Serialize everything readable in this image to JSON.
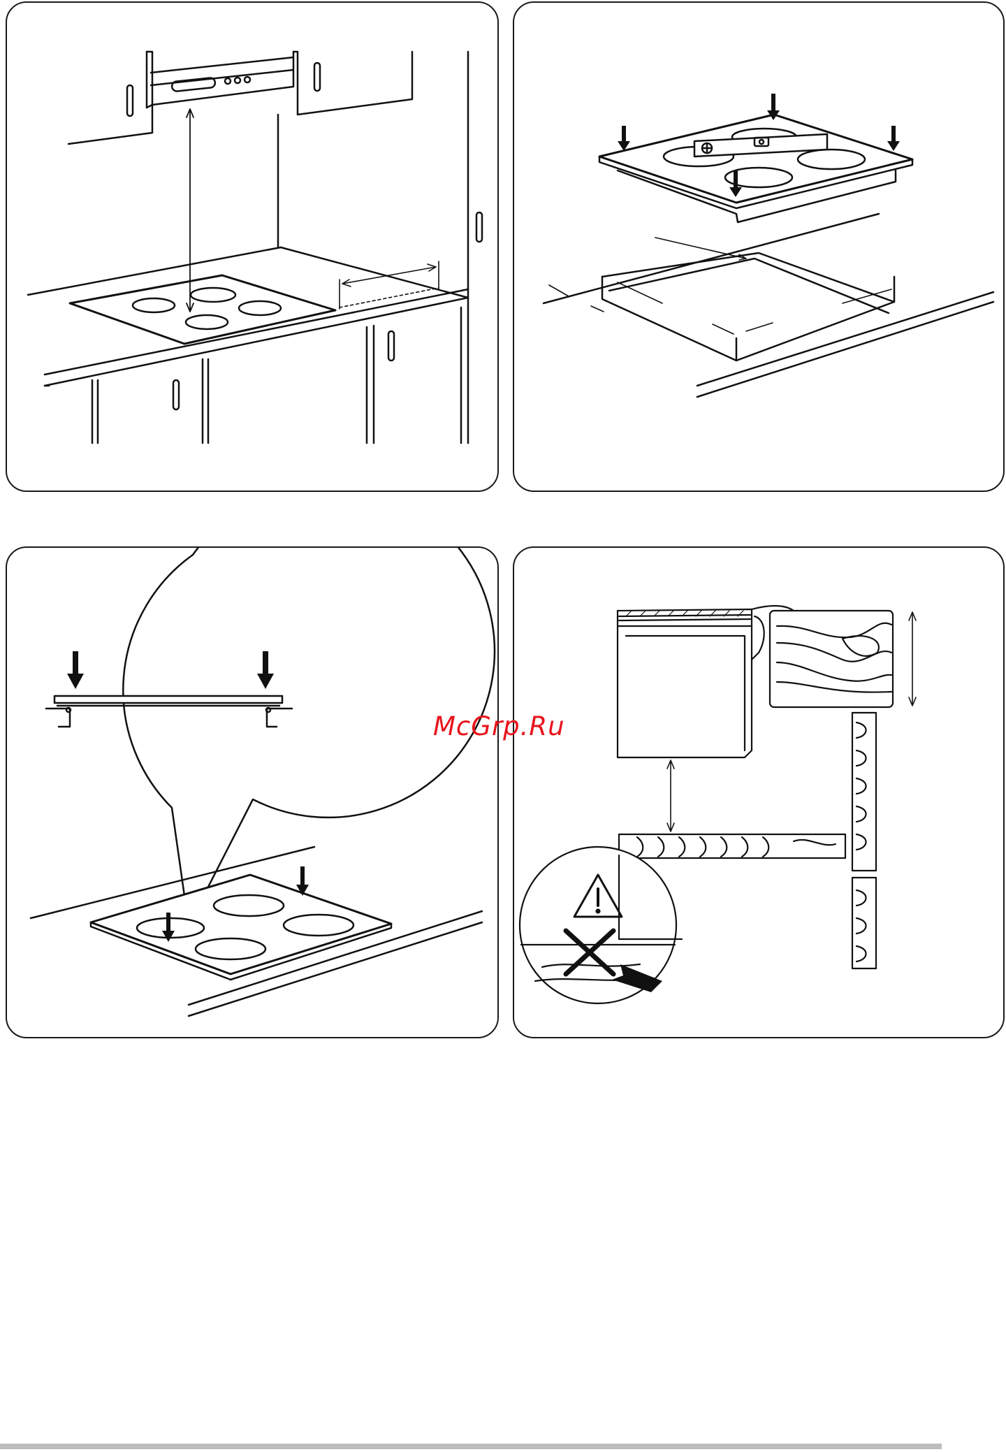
{
  "watermark": {
    "text": "McGrp.Ru",
    "color": "#e8141b"
  },
  "panels": [
    {
      "id": "p1",
      "subject": "hob-below-cooker-hood-clearance"
    },
    {
      "id": "p2",
      "subject": "hob-levelling-over-cutout"
    },
    {
      "id": "p3",
      "subject": "hob-seal-press-down"
    },
    {
      "id": "p4",
      "subject": "hob-undermount-cross-section"
    }
  ],
  "icons": {
    "warning": "warning-triangle-icon",
    "forbidden": "cross-icon"
  },
  "footer": {
    "color": "#bdbdbd"
  }
}
